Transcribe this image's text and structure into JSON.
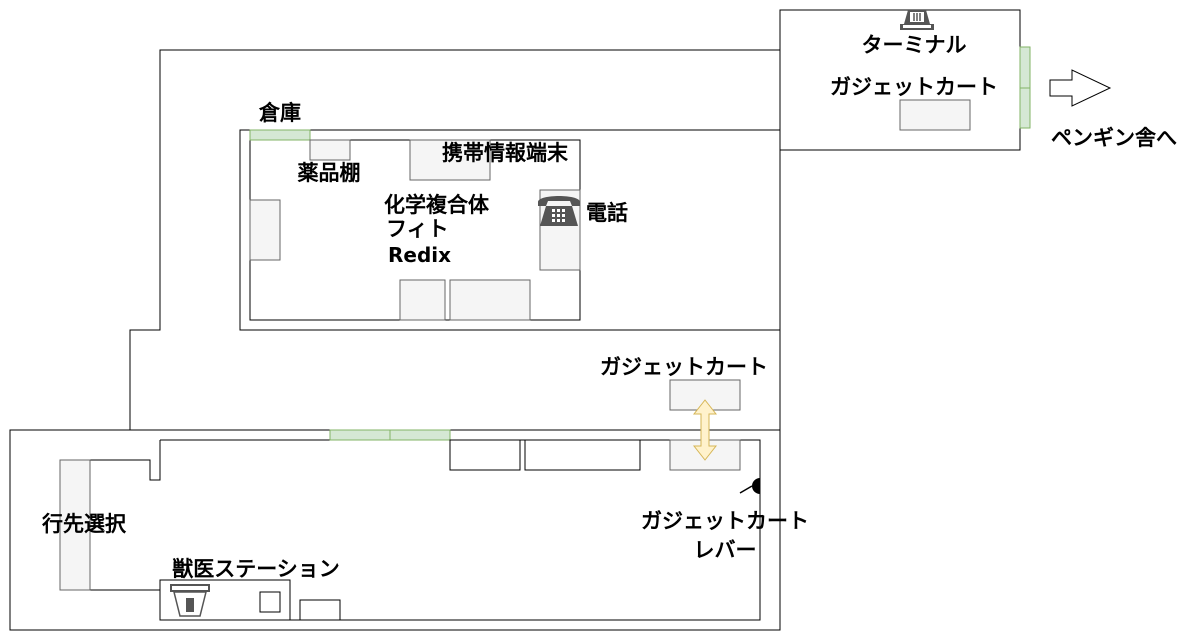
{
  "labels": {
    "terminal": "ターミナル",
    "gadget_cart_top": "ガジェットカート",
    "to_penguin_house": "ペンギン舎へ",
    "storage": "倉庫",
    "medicine_shelf": "薬品棚",
    "mobile_terminal": "携帯情報端末",
    "chem_line1": "化学複合体",
    "chem_line2": "フィト",
    "chem_line3": "Redix",
    "phone": "電話",
    "gadget_cart_mid": "ガジェットカート",
    "destination_select": "行先選択",
    "vet_station": "獣医ステーション",
    "lever_line1": "ガジェットカート",
    "lever_line2": "レバー"
  },
  "colors": {
    "wall": "#000000",
    "furniture_fill": "#f5f5f5",
    "furniture_stroke": "#666666",
    "door_fill": "#d5e8d4",
    "door_stroke": "#82b366",
    "arrow_fill": "#fff2cc",
    "arrow_stroke": "#d6b656",
    "icon": "#555555"
  },
  "icons": {
    "terminal": "terminal-icon",
    "phone": "telephone-icon",
    "vet_station": "vet-station-icon",
    "lever": "lever-icon",
    "direction": "right-arrow-icon",
    "cart_move": "double-arrow-icon"
  }
}
